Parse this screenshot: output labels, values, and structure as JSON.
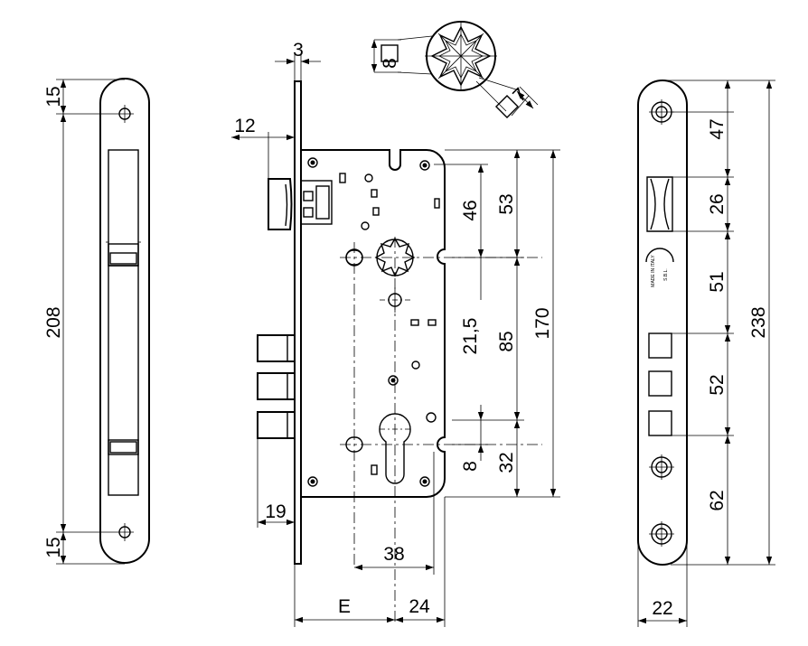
{
  "dimensions": {
    "front_plate_top": "15",
    "front_plate_length": "208",
    "front_plate_bottom": "15",
    "plate_thickness": "3",
    "latch_projection": "12",
    "bolt_projection": "19",
    "follower_square": "8",
    "follower_square_alt": "7",
    "backset": "E",
    "center_distance": "38",
    "edge_to_cylinder": "24",
    "follower_to_hole": "46",
    "top_to_follower": "53",
    "case_height": "170",
    "spindle_offset": "21,5",
    "follower_to_cylinder": "85",
    "cylinder_to_hole": "8",
    "cylinder_to_bottom": "32",
    "plate_top_to_latch": "47",
    "latch_height": "26",
    "latch_to_bolt": "51",
    "bolt_height": "52",
    "bolt_to_hole": "62",
    "faceplate_length": "238",
    "faceplate_width": "22"
  },
  "marking": {
    "line1": "MADE IN ITALY",
    "line2": "S.B.L."
  }
}
